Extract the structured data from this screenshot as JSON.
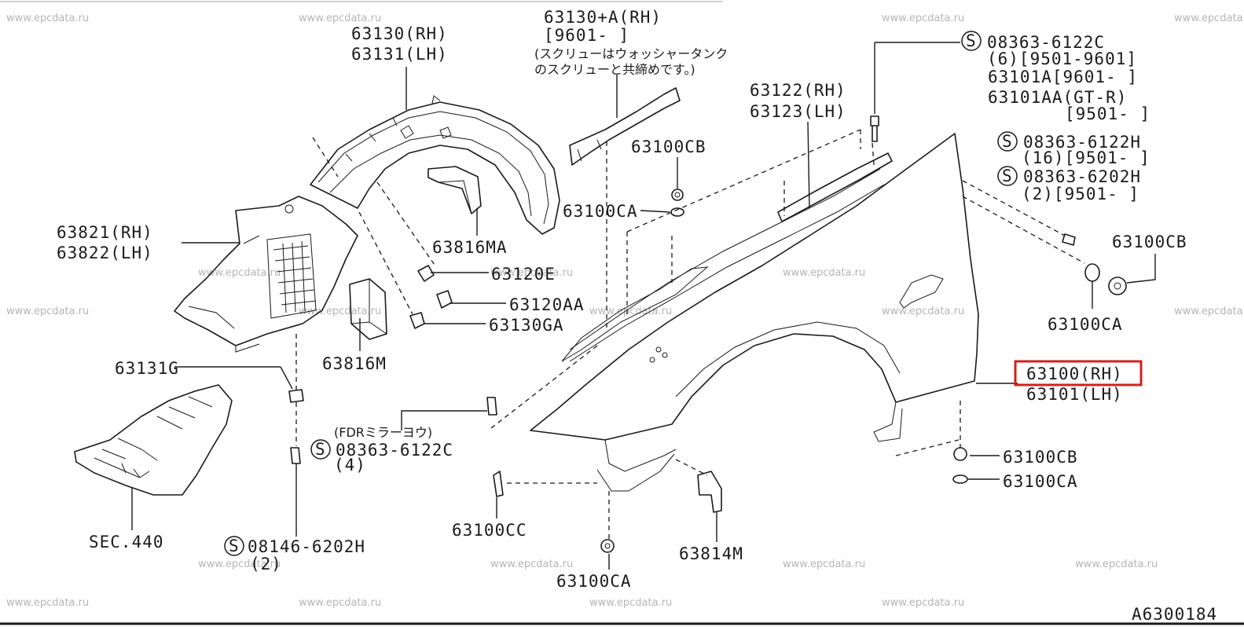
{
  "watermark": "www.epcdata.ru",
  "diagram_id": "A6300184",
  "highlight_color": "#d32020",
  "labels": {
    "l63130a_rh": "63130+A(RH)",
    "l63130a_date": "[9601-      ]",
    "l63130a_note1": "(スクリューはウォッシャータンク",
    "l63130a_note2": "のスクリューと共締めです。)",
    "l63130_rh": "63130(RH)",
    "l63131_lh": "63131(LH)",
    "l63821_rh": "63821(RH)",
    "l63822_lh": "63822(LH)",
    "l63816ma": "63816MA",
    "l63120e": "63120E",
    "l63120aa": "63120AA",
    "l63130ga": "63130GA",
    "l63816m": "63816M",
    "l63131g": "63131G",
    "lsec440": "SEC.440",
    "l08146_code": "08146-6202H",
    "l08146_qty": "(2)",
    "lfdr_note": "(FDRミラーヨウ)",
    "lfdr_code": "08363-6122C",
    "lfdr_qty": "(4)",
    "l63100cc": "63100CC",
    "l63100ca_bottom": "63100CA",
    "l63814m": "63814M",
    "l63100cb_top": "63100CB",
    "l63100ca_top": "63100CA",
    "l63122_rh": "63122(RH)",
    "l63123_lh": "63123(LH)",
    "l08363_6122c_code": "08363-6122C",
    "l08363_6122c_qty": "(6)[9501-9601]",
    "l63101a": "63101A[9601-     ]",
    "l63101aa": "63101AA(GT-R)",
    "l63101aa_date": "[9501-     ]",
    "l08363_6122h_code": "08363-6122H",
    "l08363_6122h_qty": "(16)[9501-    ]",
    "l08363_6202h_code": "08363-6202H",
    "l08363_6202h_qty": "(2)[9501-    ]",
    "l63100cb_right": "63100CB",
    "l63100ca_right": "63100CA",
    "l63100_rh": "63100(RH)",
    "l63101_lh": "63101(LH)",
    "l63100cb_lower": "63100CB",
    "l63100ca_lower": "63100CA",
    "screw_symbol": "S"
  }
}
